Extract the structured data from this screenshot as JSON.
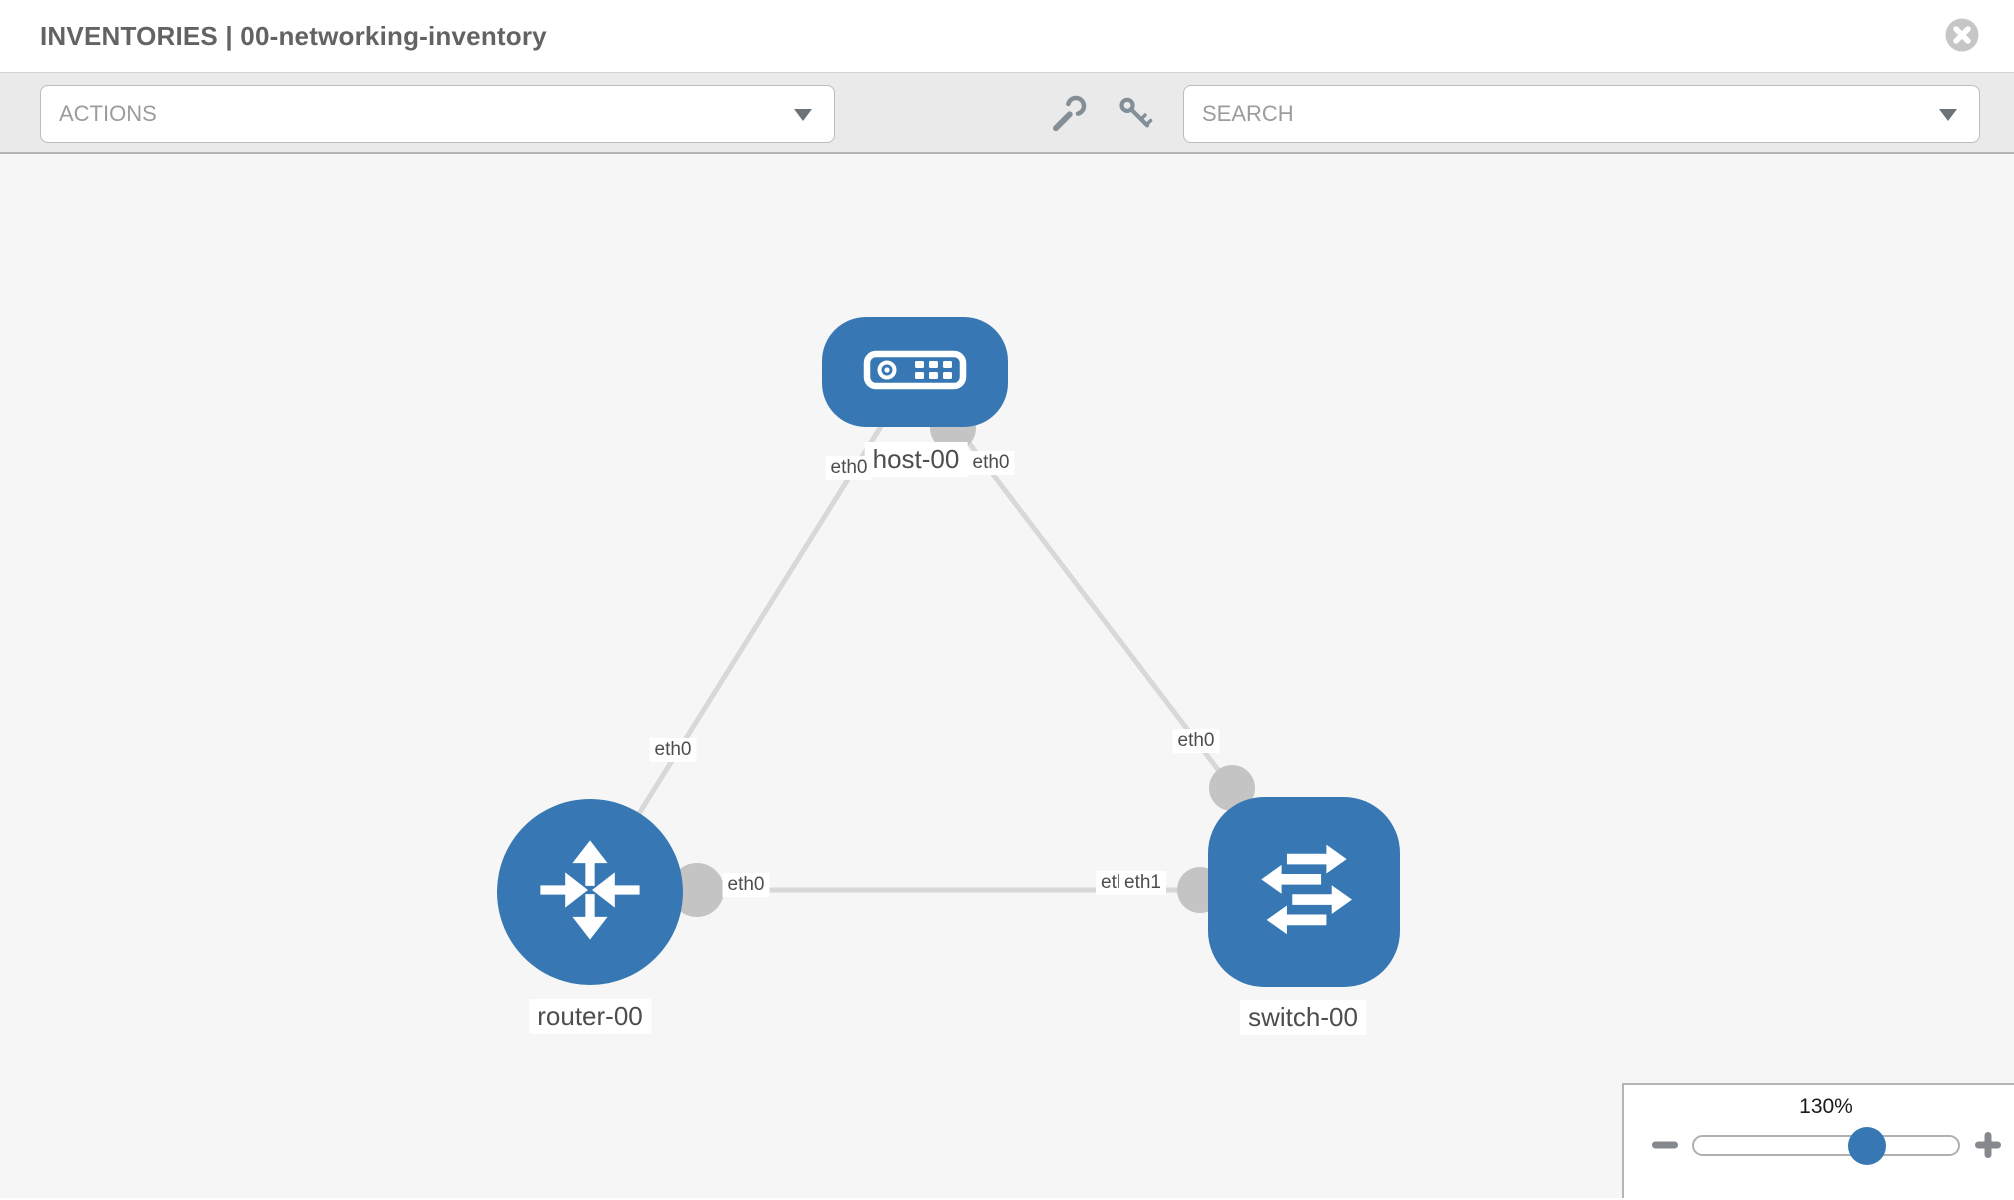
{
  "header": {
    "title": "INVENTORIES | 00-networking-inventory",
    "close_icon": "circle-x-icon"
  },
  "toolbar": {
    "actions": {
      "label": "ACTIONS",
      "caret_icon": "chevron-down-icon"
    },
    "search": {
      "label": "SEARCH",
      "caret_icon": "chevron-down-icon"
    },
    "tools": [
      {
        "icon": "wrench-icon"
      },
      {
        "icon": "key-icon"
      }
    ]
  },
  "topology": {
    "nodes": [
      {
        "id": "host-00",
        "label": "host-00",
        "type": "host",
        "icon": "host-icon"
      },
      {
        "id": "router-00",
        "label": "router-00",
        "type": "router",
        "icon": "router-icon"
      },
      {
        "id": "switch-00",
        "label": "switch-00",
        "type": "switch",
        "icon": "switch-icon"
      }
    ],
    "links": [
      {
        "source": "host-00",
        "target": "router-00",
        "source_interface": "eth0",
        "target_interface": "eth0"
      },
      {
        "source": "host-00",
        "target": "switch-00",
        "source_interface": "eth0",
        "target_interface": "eth0"
      },
      {
        "source": "router-00",
        "target": "switch-00",
        "source_interface": "eth0",
        "target_interface": "eth1"
      }
    ],
    "interfaces": {
      "host_left": "eth0",
      "host_right": "eth0",
      "router_top": "eth0",
      "router_right": "eth0",
      "switch_top": "eth0",
      "switch_left_under": "eth0",
      "switch_left_over": "eth1"
    }
  },
  "zoom_control": {
    "value": "130%",
    "percent": 130,
    "zoom_out_icon": "minus-icon",
    "zoom_in_icon": "plus-icon"
  },
  "colors": {
    "node_blue": "#3778b4",
    "link_gray": "#d8d8d8",
    "connector_gray": "#c4c4c4",
    "toolbar_bg": "#eaeaea",
    "canvas_bg": "#f6f6f6",
    "title_gray": "#636363",
    "icon_gray": "#848e96",
    "slider_knob_blue": "#3778b4"
  }
}
